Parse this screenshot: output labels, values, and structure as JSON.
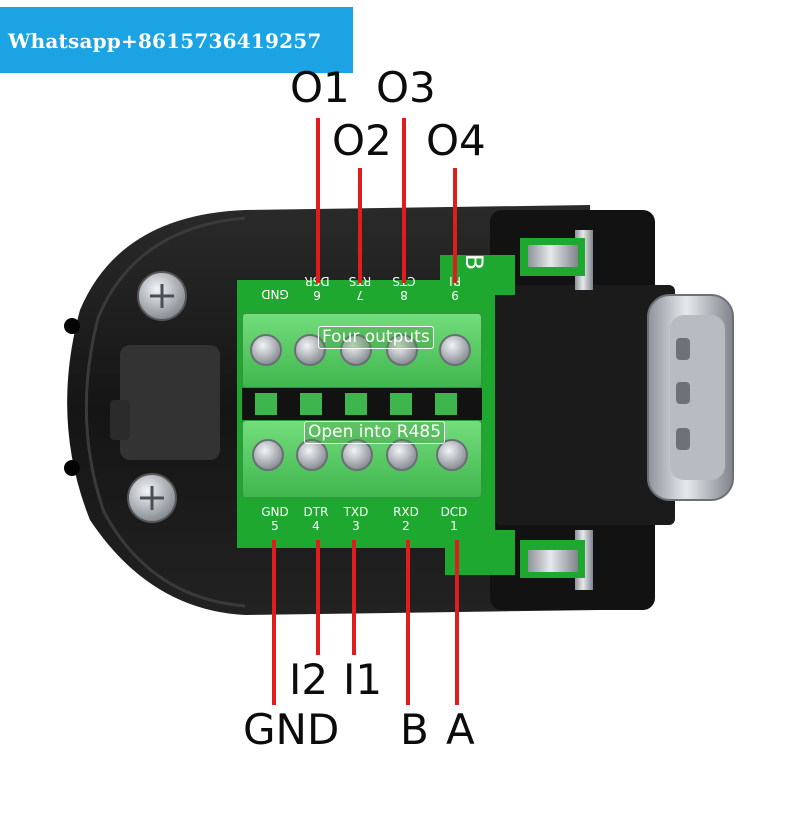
{
  "watermark": "Whatsapp+8615736419257",
  "top_labels": [
    "O1",
    "O3",
    "O2",
    "O4"
  ],
  "bottom_labels": [
    "I2",
    "I1",
    "GND",
    "B",
    "A"
  ],
  "top_pins": [
    {
      "name": "GND",
      "num": ""
    },
    {
      "name": "DSR",
      "num": "6"
    },
    {
      "name": "RTS",
      "num": "7"
    },
    {
      "name": "CTS",
      "num": "8"
    },
    {
      "name": "RI",
      "num": "9"
    }
  ],
  "bottom_pins": [
    {
      "name": "GND",
      "num": "5"
    },
    {
      "name": "DTR",
      "num": "4"
    },
    {
      "name": "TXD",
      "num": "3"
    },
    {
      "name": "RXD",
      "num": "2"
    },
    {
      "name": "DCD",
      "num": "1"
    }
  ],
  "board_letter": "B",
  "overlay": {
    "outputs": "Four outputs",
    "r485": "Open into R485"
  },
  "colors": {
    "banner": "#1ba3e3",
    "pcb": "#1ea82f",
    "terminal": "#5fd16a",
    "lead": "#e01d1d",
    "housing": "#161616"
  }
}
